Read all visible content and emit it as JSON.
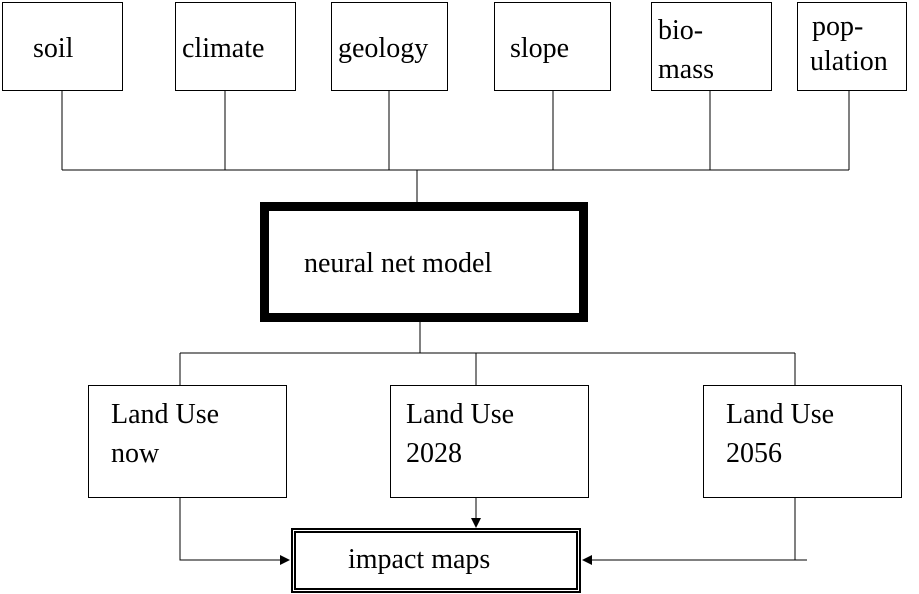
{
  "inputs": [
    {
      "id": "soil",
      "lines": [
        "soil"
      ]
    },
    {
      "id": "climate",
      "lines": [
        "climate"
      ]
    },
    {
      "id": "geology",
      "lines": [
        "geology"
      ]
    },
    {
      "id": "slope",
      "lines": [
        "slope"
      ]
    },
    {
      "id": "biomass",
      "lines": [
        "bio-",
        "mass"
      ]
    },
    {
      "id": "population",
      "lines": [
        "pop-",
        "ulation"
      ]
    }
  ],
  "model": {
    "label": "neural net model"
  },
  "outputs": [
    {
      "id": "now",
      "lines": [
        "Land Use",
        "now"
      ]
    },
    {
      "id": "2028",
      "lines": [
        "Land Use",
        "2028"
      ]
    },
    {
      "id": "2056",
      "lines": [
        "Land Use",
        "2056"
      ]
    }
  ],
  "impact": {
    "label": "impact maps"
  },
  "colors": {
    "stroke": "#000000",
    "fill": "#ffffff"
  }
}
